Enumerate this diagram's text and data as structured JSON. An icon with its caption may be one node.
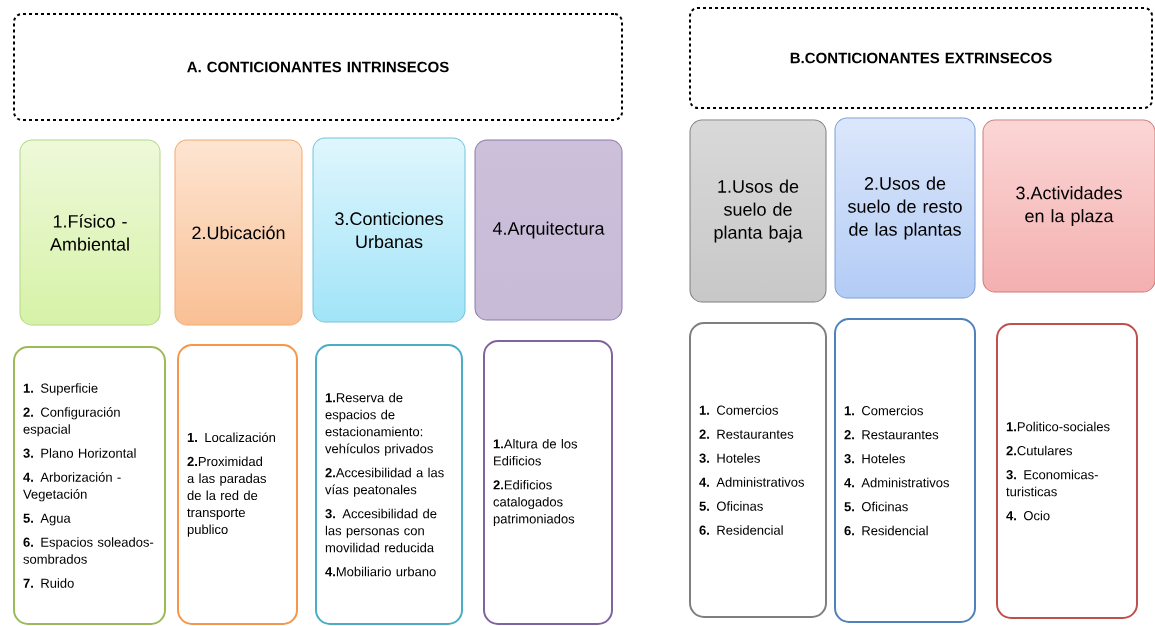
{
  "diagram": {
    "nodes": [
      {
        "text": [
          "A. CONTICIONANTES INTRINSECOS"
        ]
      },
      {
        "text": [
          "B.CONTICIONANTES EXTRINSECOS"
        ]
      },
      {
        "text": [
          "1.Físico - Ambiental"
        ]
      },
      {
        "text": [
          "2.Ubicación"
        ]
      },
      {
        "text": [
          "3.Conticiones Urbanas"
        ]
      },
      {
        "text": [
          "4.Arquitectura"
        ]
      },
      {
        "text": [
          "**1.** Superficie",
          "**2.** Configuración espacial",
          "**3.** Plano Horizontal",
          "**4.** Arborización - Vegetación",
          "**5.** Agua",
          "**6.** Espacios soleados-sombrados",
          "**7.** Ruido"
        ]
      },
      {
        "text": [
          "**1.** Localización",
          "**2.**Proximidad a las paradas de la red de transporte publico"
        ]
      },
      {
        "text": [
          "**1.**Reserva de espacios de estacionamiento: vehículos privados",
          "**2.**Accesibilidad a las vías peatonales",
          "**3.** Accesibilidad de las personas con movilidad reducida",
          "**4.**Mobiliario urbano"
        ]
      },
      {
        "text": [
          "**1.**Altura de los Edificios",
          "**2.**Edificios catalogados patrimoniados"
        ]
      },
      {
        "text": [
          "1.Usos de suelo de planta baja"
        ]
      },
      {
        "text": [
          "2.Usos de suelo de resto de las plantas"
        ]
      },
      {
        "text": [
          "3.Actividades en la plaza"
        ]
      },
      {
        "text": [
          "**1.** Comercios",
          "**2.** Restaurantes",
          "**3.** Hoteles",
          "**4.** Administrativos",
          "**5.** Oficinas",
          "**6.** Residencial"
        ]
      },
      {
        "text": [
          "**1.** Comercios",
          "**2.** Restaurantes",
          "**3.** Hoteles",
          "**4.** Administrativos",
          "**5.** Oficinas",
          "**6.** Residencial"
        ]
      },
      {
        "text": [
          "**1.**Politico-sociales",
          "**2.**Cutulares",
          "**3.** Economicas-turisticas",
          "**4.** Ocio"
        ]
      }
    ]
  }
}
